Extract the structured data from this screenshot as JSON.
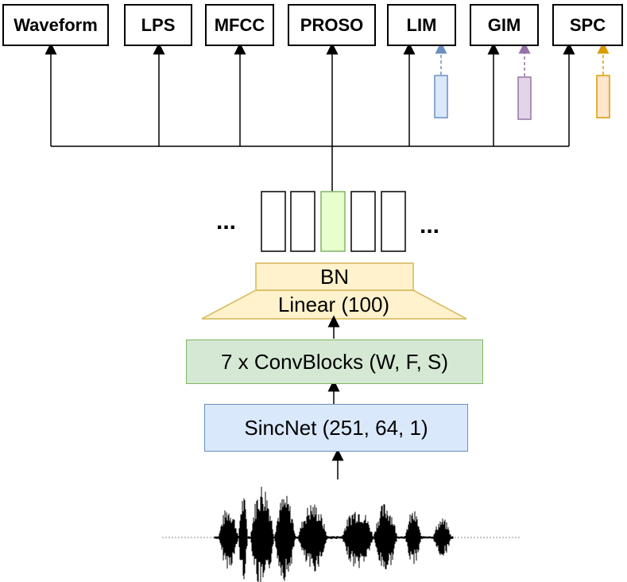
{
  "workers": [
    {
      "id": "waveform",
      "label": "Waveform"
    },
    {
      "id": "lps",
      "label": "LPS"
    },
    {
      "id": "mfcc",
      "label": "MFCC"
    },
    {
      "id": "proso",
      "label": "PROSO"
    },
    {
      "id": "lim",
      "label": "LIM"
    },
    {
      "id": "gim",
      "label": "GIM"
    },
    {
      "id": "spc",
      "label": "SPC"
    }
  ],
  "encoder": {
    "bn_label": "BN",
    "linear_label": "Linear (100)",
    "convblocks_label": "7 x ConvBlocks (W, F, S)",
    "sincnet_label": "SincNet (251, 64, 1)",
    "ellipsis_left": "...",
    "ellipsis_right": "..."
  },
  "colors": {
    "lim_marker": "#dae8fc",
    "lim_marker_border": "#6c8ebf",
    "gim_marker": "#e1d5e7",
    "gim_marker_border": "#9673a6",
    "spc_marker": "#ffe6cc",
    "spc_marker_border": "#d79b00",
    "bn_linear_fill": "#fff2cc",
    "bn_linear_border": "#d6b656",
    "conv_fill": "#d5e8d4",
    "conv_border": "#82b366",
    "sinc_fill": "#dae8fc",
    "sinc_border": "#6c8ebf",
    "highlight_frame": "#e6ffcc"
  }
}
